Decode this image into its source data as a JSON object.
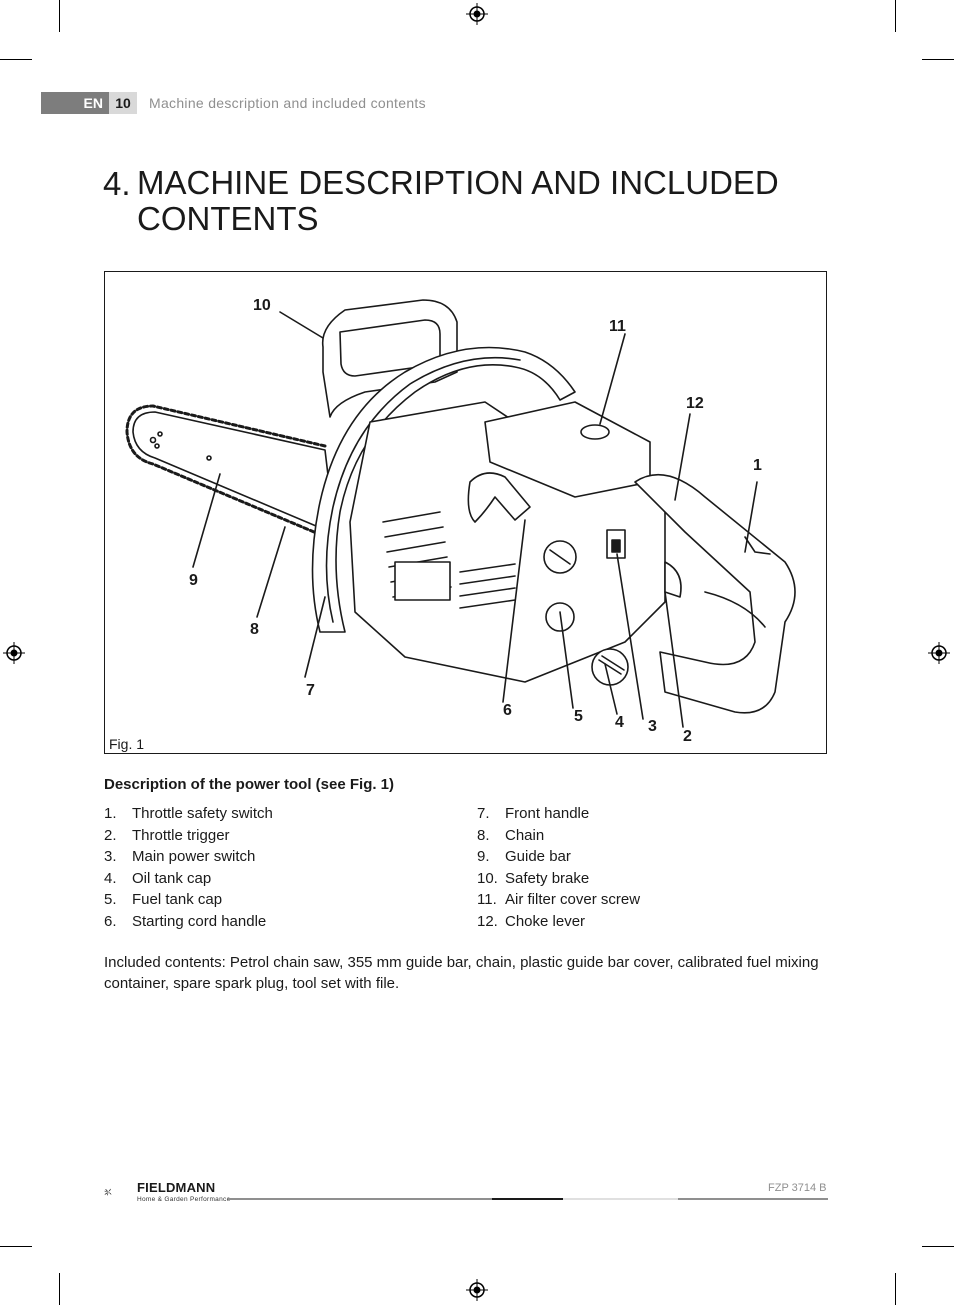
{
  "header": {
    "language": "EN",
    "page_number": "10",
    "section_title": "Machine description and included contents"
  },
  "heading": {
    "number": "4.",
    "text": "MACHINE DESCRIPTION AND INCLUDED CONTENTS"
  },
  "figure": {
    "label": "Fig. 1",
    "callouts": [
      "10",
      "11",
      "12",
      "1",
      "9",
      "8",
      "7",
      "6",
      "5",
      "4",
      "3",
      "2"
    ]
  },
  "description": {
    "heading": "Description of the power tool (see Fig. 1)",
    "left_items": [
      {
        "num": "1.",
        "text": "Throttle safety switch"
      },
      {
        "num": "2.",
        "text": "Throttle trigger"
      },
      {
        "num": "3.",
        "text": "Main power switch"
      },
      {
        "num": "4.",
        "text": "Oil tank cap"
      },
      {
        "num": "5.",
        "text": "Fuel tank cap"
      },
      {
        "num": "6.",
        "text": "Starting cord handle"
      }
    ],
    "right_items": [
      {
        "num": "7.",
        "text": "Front handle"
      },
      {
        "num": "8.",
        "text": "Chain"
      },
      {
        "num": "9.",
        "text": "Guide bar"
      },
      {
        "num": "10.",
        "text": "Safety brake"
      },
      {
        "num": "11.",
        "text": "Air filter cover screw"
      },
      {
        "num": "12.",
        "text": "Choke lever"
      }
    ]
  },
  "included_contents": "Included contents: Petrol chain saw, 355 mm guide bar, chain, plastic guide bar cover, calibrated fuel mixing container, spare spark plug, tool set with file.",
  "footer": {
    "brand": "FIELDMANN",
    "tagline": "Home & Garden Performance",
    "model": "FZP 3714 B"
  }
}
